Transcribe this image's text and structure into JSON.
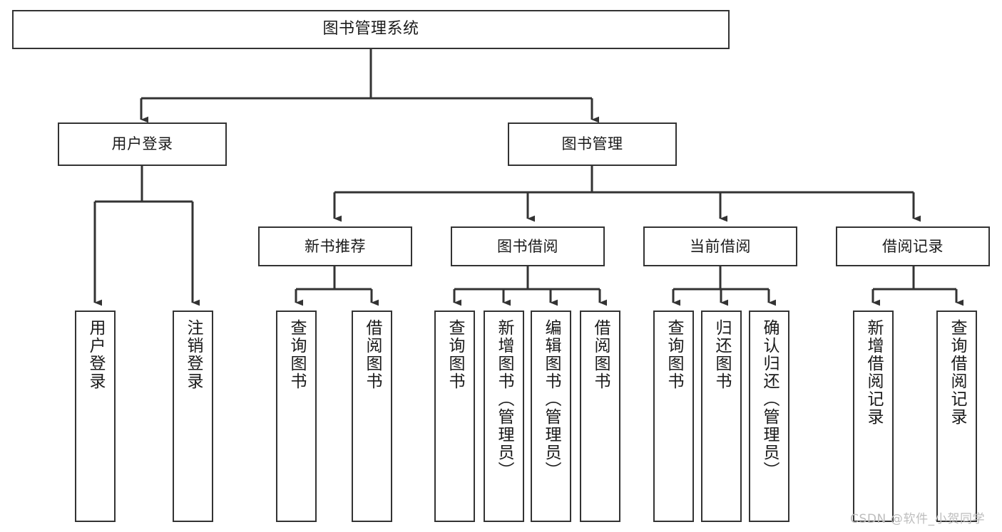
{
  "diagram": {
    "title": "图书管理系统",
    "type": "tree-hierarchy-diagram",
    "background": "#ffffff",
    "node_border_color": "#333333",
    "node_fill_color": "#ffffff",
    "connector_color": "#333333",
    "watermark": "CSDN @软件_小贺同学",
    "watermark_color": "#bdbdbd"
  },
  "nodes": {
    "root": {
      "label": "图书管理系统",
      "orientation": "horizontal"
    },
    "level2": [
      {
        "id": "user-login",
        "label": "用户登录",
        "orientation": "horizontal"
      },
      {
        "id": "book-management",
        "label": "图书管理",
        "orientation": "horizontal"
      }
    ],
    "level3": [
      {
        "id": "new-book-recommend",
        "label": "新书推荐",
        "orientation": "horizontal"
      },
      {
        "id": "book-borrow",
        "label": "图书借阅",
        "orientation": "horizontal"
      },
      {
        "id": "current-borrow",
        "label": "当前借阅",
        "orientation": "horizontal"
      },
      {
        "id": "borrow-record",
        "label": "借阅记录",
        "orientation": "horizontal"
      }
    ],
    "leaves": {
      "user-login": [
        {
          "id": "leaf-user-login",
          "label": "用户登录",
          "orientation": "vertical"
        },
        {
          "id": "leaf-logout-login",
          "label": "注销登录",
          "orientation": "vertical"
        }
      ],
      "new-book-recommend": [
        {
          "id": "leaf-query-book-1",
          "label": "查询图书",
          "orientation": "vertical"
        },
        {
          "id": "leaf-borrow-book-1",
          "label": "借阅图书",
          "orientation": "vertical"
        }
      ],
      "book-borrow": [
        {
          "id": "leaf-query-book-2",
          "label": "查询图书",
          "orientation": "vertical"
        },
        {
          "id": "leaf-add-book",
          "label": "新增图书（管理员）",
          "orientation": "vertical"
        },
        {
          "id": "leaf-edit-book",
          "label": "编辑图书（管理员）",
          "orientation": "vertical"
        },
        {
          "id": "leaf-borrow-book-2",
          "label": "借阅图书",
          "orientation": "vertical"
        }
      ],
      "current-borrow": [
        {
          "id": "leaf-query-book-3",
          "label": "查询图书",
          "orientation": "vertical"
        },
        {
          "id": "leaf-return-book",
          "label": "归还图书",
          "orientation": "vertical"
        },
        {
          "id": "leaf-confirm-return",
          "label": "确认归还（管理员）",
          "orientation": "vertical"
        }
      ],
      "borrow-record": [
        {
          "id": "leaf-add-record",
          "label": "新增借阅记录",
          "orientation": "vertical"
        },
        {
          "id": "leaf-query-record",
          "label": "查询借阅记录",
          "orientation": "vertical"
        }
      ]
    }
  }
}
